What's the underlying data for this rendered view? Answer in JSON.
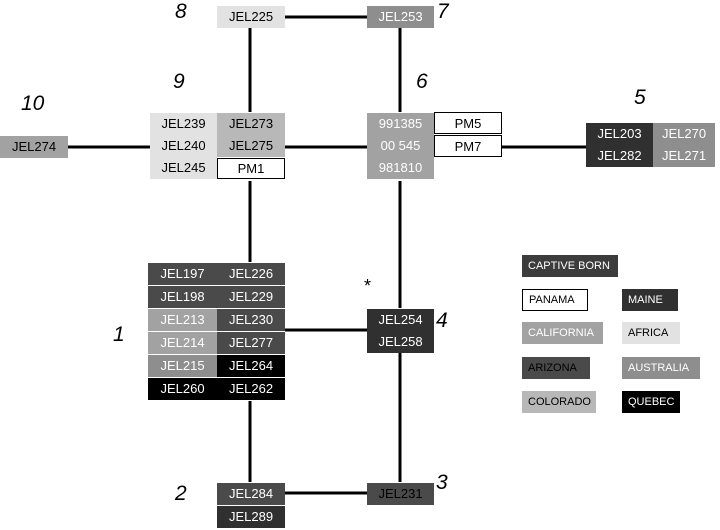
{
  "colors": {
    "captive": "#3c3c3c",
    "panama": "#ffffff",
    "maine": "#303030",
    "california": "#a2a2a2",
    "africa": "#e2e2e2",
    "arizona": "#4a4a4a",
    "australia": "#8e8e8e",
    "colorado": "#b8b8b8",
    "quebec": "#000000",
    "line": "#000000"
  },
  "nodes": {
    "n1": {
      "number": "1",
      "left": [
        "JEL197",
        "JEL198",
        "JEL213",
        "JEL214",
        "JEL215",
        "JEL260"
      ],
      "right": [
        "JEL226",
        "JEL229",
        "JEL230",
        "JEL277",
        "JEL264",
        "JEL262"
      ]
    },
    "n2": {
      "number": "2",
      "cells": [
        "JEL284",
        "JEL289"
      ]
    },
    "n3": {
      "number": "3",
      "cells": [
        "JEL231"
      ]
    },
    "n4": {
      "number": "4",
      "cells": [
        "JEL254",
        "JEL258"
      ],
      "mark": "*"
    },
    "n5": {
      "number": "5",
      "left": [
        "JEL203",
        "JEL282"
      ],
      "right": [
        "JEL270",
        "JEL271"
      ]
    },
    "n6": {
      "number": "6",
      "left": [
        "991385",
        "00 545",
        "981810"
      ],
      "right": [
        "PM5",
        "PM7"
      ]
    },
    "n7": {
      "number": "7",
      "cells": [
        "JEL253"
      ]
    },
    "n8": {
      "number": "8",
      "cells": [
        "JEL225"
      ]
    },
    "n9": {
      "number": "9",
      "left": [
        "JEL239",
        "JEL240",
        "JEL245"
      ],
      "right": [
        "JEL273",
        "JEL275",
        "PM1"
      ]
    },
    "n10": {
      "number": "10",
      "cells": [
        "JEL274"
      ]
    }
  },
  "legend": {
    "captive": "CAPTIVE BORN",
    "panama": "PANAMA",
    "maine": "MAINE",
    "california": "CALIFORNIA",
    "africa": "AFRICA",
    "arizona": "ARIZONA",
    "australia": "AUSTRALIA",
    "colorado": "COLORADO",
    "quebec": "QUEBEC"
  }
}
